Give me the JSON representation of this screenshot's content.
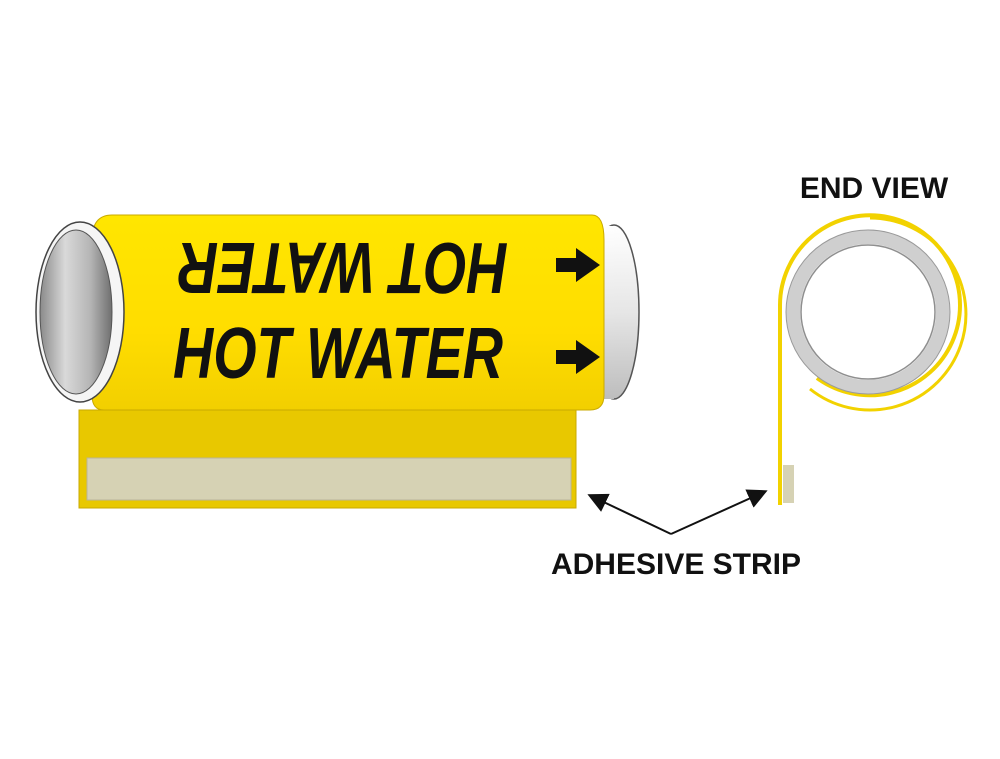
{
  "marker": {
    "legend": "HOT WATER",
    "legend_flipped": "HOT WATER",
    "background_color": "#FFE000",
    "text_color": "#111111",
    "strip_color": "#E8C800",
    "adhesive_color": "#D6D2B4"
  },
  "callouts": {
    "end_view": "END VIEW",
    "adhesive_strip": "ADHESIVE STRIP"
  },
  "icons": {
    "direction_arrow": "right-arrow-icon",
    "pointer": "pointer-arrow-icon"
  }
}
